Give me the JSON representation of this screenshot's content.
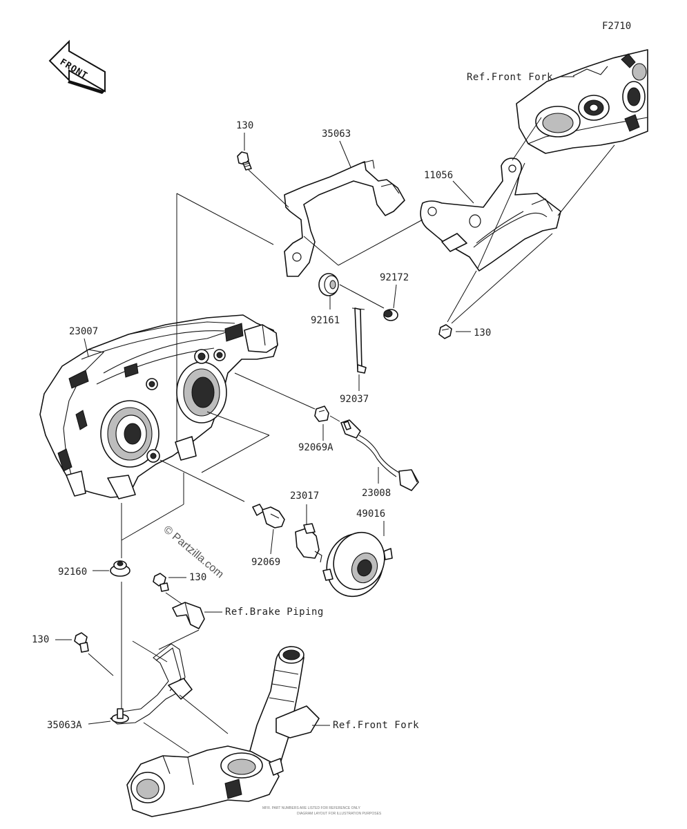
{
  "figure_code": "F2710",
  "front_arrow_label": "FRONT",
  "watermark": "© Partzilla.com",
  "footer_fineprint": [
    "MFR. PART NUMBERS ARE LISTED FOR REFERENCE ONLY",
    "DIAGRAM LAYOUT FOR ILLUSTRATION PURPOSES"
  ],
  "callouts": {
    "c_130_top": "130",
    "c_35063": "35063",
    "c_11056": "11056",
    "c_ref_front_fork_top": "Ref.Front Fork",
    "c_92172": "92172",
    "c_92161": "92161",
    "c_130_right": "130",
    "c_23007": "23007",
    "c_92037": "92037",
    "c_92069A": "92069A",
    "c_23008": "23008",
    "c_23017": "23017",
    "c_49016": "49016",
    "c_92069": "92069",
    "c_92160": "92160",
    "c_130_mid": "130",
    "c_ref_brake_piping": "Ref.Brake Piping",
    "c_130_left": "130",
    "c_35063A": "35063A",
    "c_ref_front_fork_bottom": "Ref.Front Fork"
  }
}
